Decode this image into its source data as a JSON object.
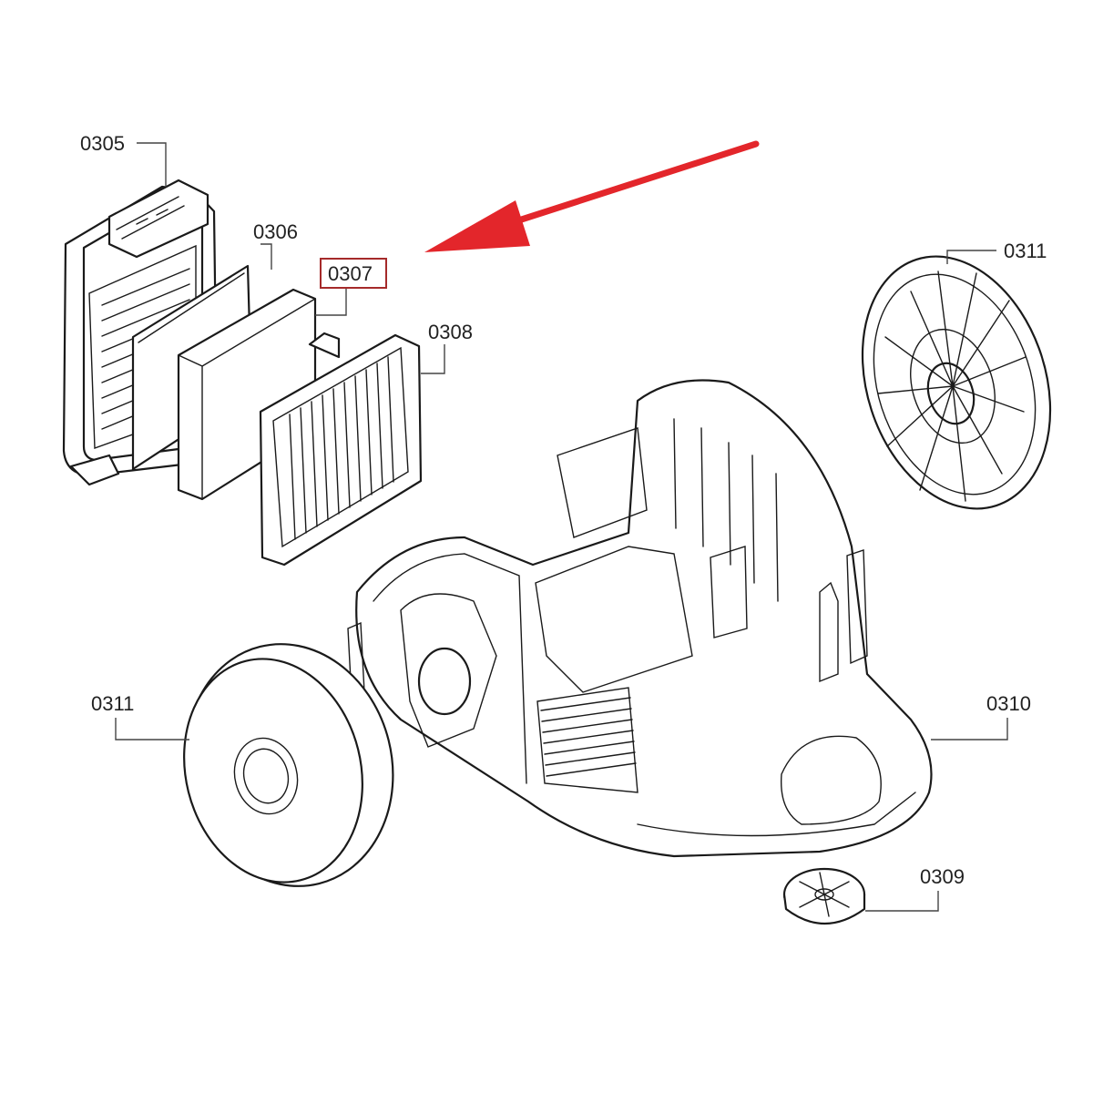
{
  "diagram": {
    "highlight_color": "#a52a2a",
    "arrow_color": "#e3262b",
    "line_color": "#1a1a1a",
    "parts": [
      {
        "id": "0305"
      },
      {
        "id": "0306"
      },
      {
        "id": "0307",
        "highlighted": true
      },
      {
        "id": "0308"
      },
      {
        "id": "0311"
      },
      {
        "id": "0311"
      },
      {
        "id": "0310"
      },
      {
        "id": "0309"
      }
    ]
  }
}
